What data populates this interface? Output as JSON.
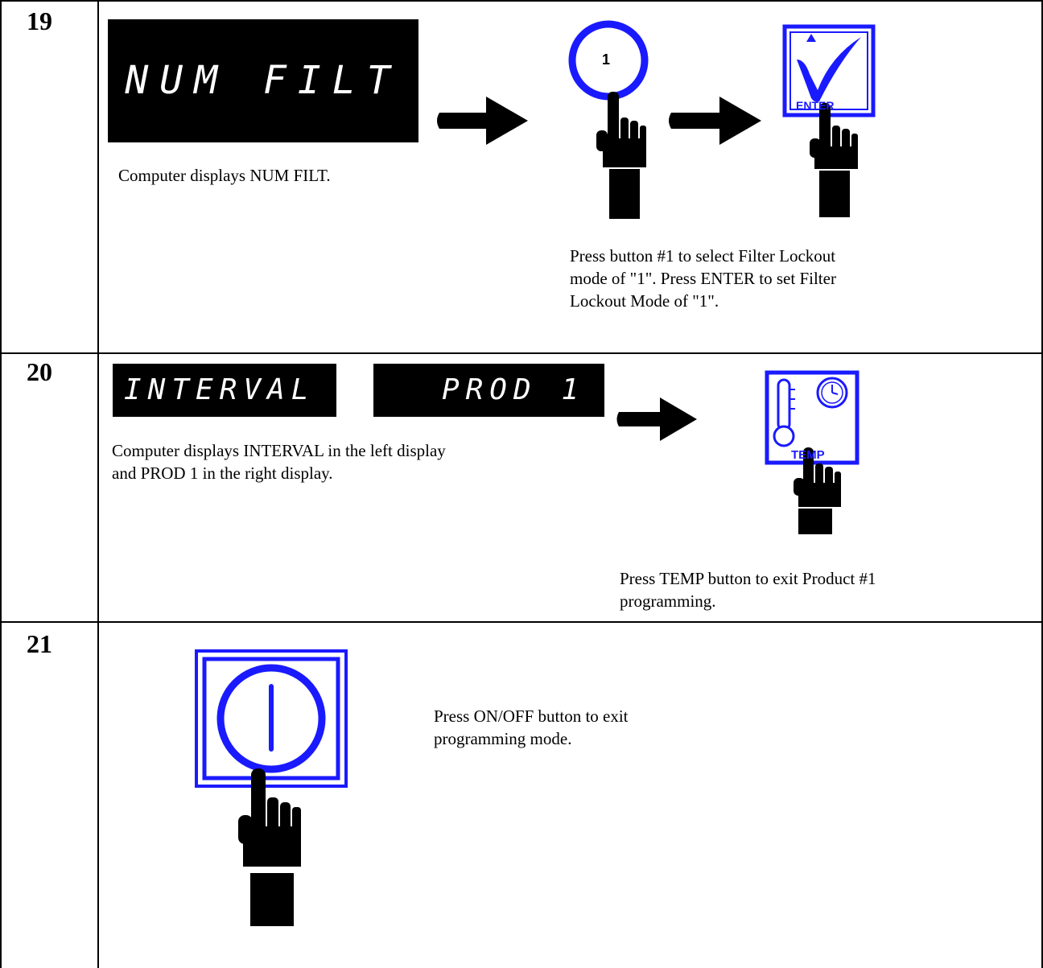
{
  "steps": [
    {
      "number": "19",
      "displays": [
        "NUM FILT"
      ],
      "left_text": "Computer displays NUM FILT.",
      "right_text_lines": [
        "Press button #1 to select Filter Lockout",
        "mode of \"1\".  Press ENTER to set Filter",
        "Lockout Mode of \"1\"."
      ],
      "button1_label": "1",
      "enter_label": "ENTER"
    },
    {
      "number": "20",
      "displays": [
        "INTERVAL",
        "PROD 1"
      ],
      "left_text_lines": [
        "Computer displays INTERVAL in the left display",
        "and PROD 1 in the right display."
      ],
      "temp_label": "TEMP",
      "right_text_lines": [
        "Press TEMP button to exit Product #1",
        "programming."
      ]
    },
    {
      "number": "21",
      "right_text_lines": [
        "Press ON/OFF button to exit",
        "programming mode."
      ]
    }
  ],
  "icons": [
    "arrow-right-icon",
    "pointing-hand-icon",
    "enter-check-icon",
    "thermometer-icon",
    "clock-icon",
    "power-icon"
  ],
  "colors": {
    "button_blue": "#1a1aff",
    "display_bg": "#000000",
    "display_text": "#ffffff"
  }
}
